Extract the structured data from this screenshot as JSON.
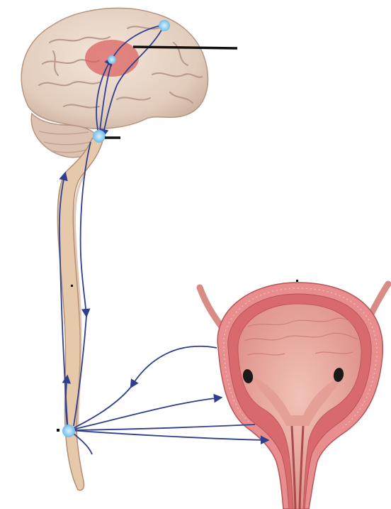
{
  "diagram": {
    "colors": {
      "background": "#ffffff",
      "brain": "#e9d7c9",
      "brain_shadow": "#cdb3a2",
      "brain_fold": "#b8988a",
      "cerebellum": "#dcc2b0",
      "spinal_cord": "#e6c9ab",
      "spinal_cord_edge": "#b48e74",
      "highlight_region": "#d95d5d",
      "nerve_pathway": "#2f3f8f",
      "nerve_node": "#8fd0f2",
      "bladder_outer": "#e98e8e",
      "bladder_wall": "#d86a6e",
      "bladder_inner": "#ecb0a4",
      "bladder_dark": "#c0575a",
      "ureter_opening": "#1a1a1a",
      "leader_line": "#111111"
    },
    "parts": {
      "brain": "brain",
      "brainstem_center": "brainstem",
      "spinal_cord": "spinal-cord",
      "sacral_center": "sacral",
      "bladder": "bladder",
      "urethra": "urethra",
      "ureters": "ureters"
    },
    "labels": []
  }
}
